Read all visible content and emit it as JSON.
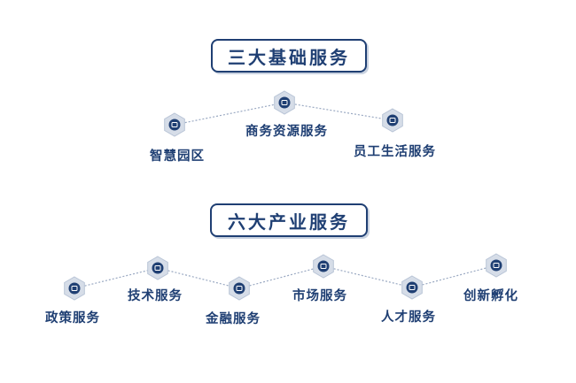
{
  "sections": [
    {
      "title": "三大基础服务",
      "nodes": [
        {
          "label": "智慧园区",
          "icon": "building-icon"
        },
        {
          "label": "商务资源服务",
          "icon": "briefcase-icon"
        },
        {
          "label": "员工生活服务",
          "icon": "person-icon"
        }
      ]
    },
    {
      "title": "六大产业服务",
      "nodes": [
        {
          "label": "政策服务",
          "icon": "document-icon"
        },
        {
          "label": "技术服务",
          "icon": "gear-icon"
        },
        {
          "label": "金融服务",
          "icon": "money-icon"
        },
        {
          "label": "市场服务",
          "icon": "chart-icon"
        },
        {
          "label": "人才服务",
          "icon": "people-icon"
        },
        {
          "label": "创新孵化",
          "icon": "rocket-icon"
        }
      ]
    }
  ],
  "colors": {
    "primary": "#1f3f73",
    "line": "#9aa9c2",
    "hex_outer": "#d6dde8"
  }
}
